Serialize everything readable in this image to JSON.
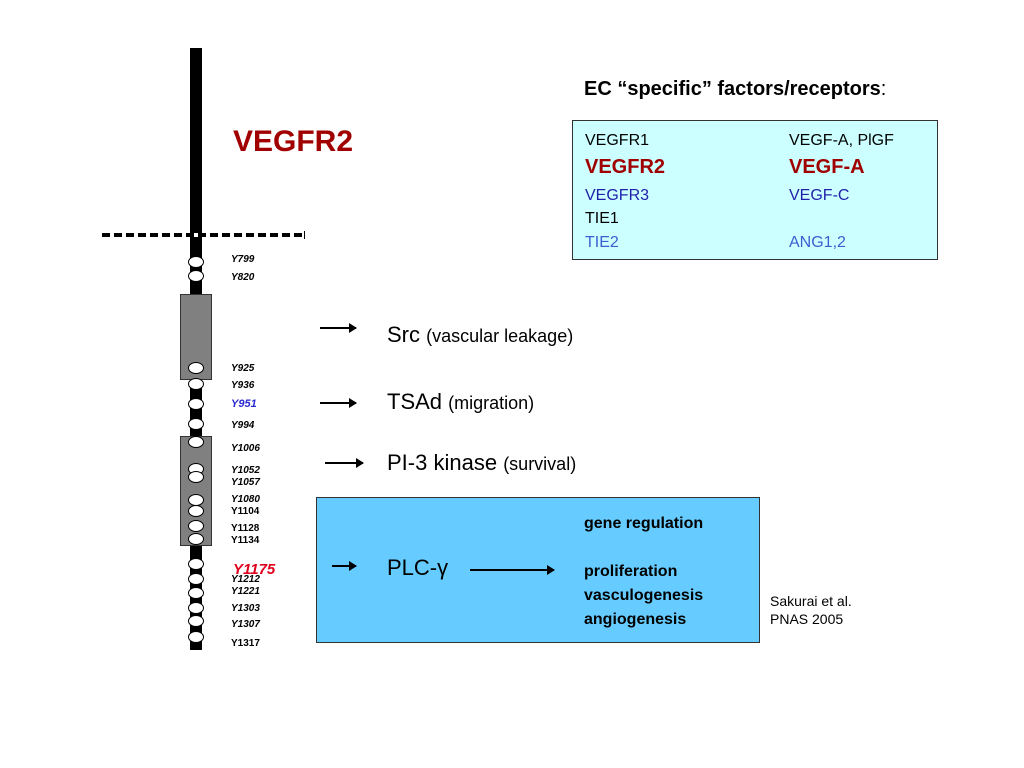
{
  "title": "VEGFR2",
  "ec_table": {
    "title_bold": "EC “specific” factors/receptors",
    "title_colon": ":",
    "rows": [
      {
        "receptor": "VEGFR1",
        "ligand": "VEGF-A, PlGF",
        "color": "#000000"
      },
      {
        "receptor": "VEGFR2",
        "ligand": "VEGF-A",
        "color": "#a00000"
      },
      {
        "receptor": "VEGFR3",
        "ligand": "VEGF-C",
        "color": "#1f1faa"
      },
      {
        "receptor": "TIE1",
        "ligand": "",
        "color": "#000000"
      },
      {
        "receptor": "TIE2",
        "ligand": "ANG1,2",
        "color": "#3a5fd0"
      }
    ]
  },
  "sites": [
    "Y799",
    "Y820",
    "Y925",
    "Y936",
    "Y951",
    "Y994",
    "Y1006",
    "Y1052",
    "Y1057",
    "Y1080",
    "Y1104",
    "Y1128",
    "Y1134",
    "Y1175",
    "Y1212",
    "Y1221",
    "Y1303",
    "Y1307",
    "Y1317"
  ],
  "effectors": [
    {
      "name": "Src",
      "note": "(vascular leakage)"
    },
    {
      "name": "TSAd",
      "note": "(migration)"
    },
    {
      "name": "PI-3 kinase",
      "note": "(survival)"
    },
    {
      "name": "PLC-γ",
      "note": ""
    }
  ],
  "outcomes": {
    "first": "gene regulation",
    "list": [
      "proliferation",
      "vasculogenesis",
      "angiogenesis"
    ]
  },
  "reference": {
    "line1": "Sakurai et al.",
    "line2": "PNAS 2005"
  },
  "colors": {
    "vegfr2_red": "#a00000",
    "y1175_red": "#e0001c",
    "table_bg": "#ccffff",
    "plc_box_bg": "#66ccff",
    "kinase_gray": "#808080"
  }
}
